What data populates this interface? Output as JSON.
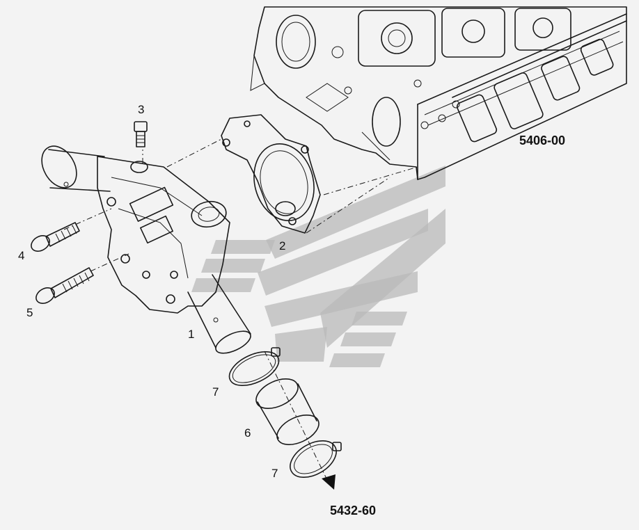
{
  "diagram": {
    "references": {
      "engine_block": "5406-00",
      "continuation": "5432-60"
    },
    "callouts": {
      "c1": "1",
      "c2": "2",
      "c3": "3",
      "c4": "4",
      "c5": "5",
      "c6": "6",
      "c7a": "7",
      "c7b": "7"
    }
  },
  "colors": {
    "line": "#1a1a1a",
    "background": "#f3f3f3",
    "watermark": "#b9b9b9"
  }
}
